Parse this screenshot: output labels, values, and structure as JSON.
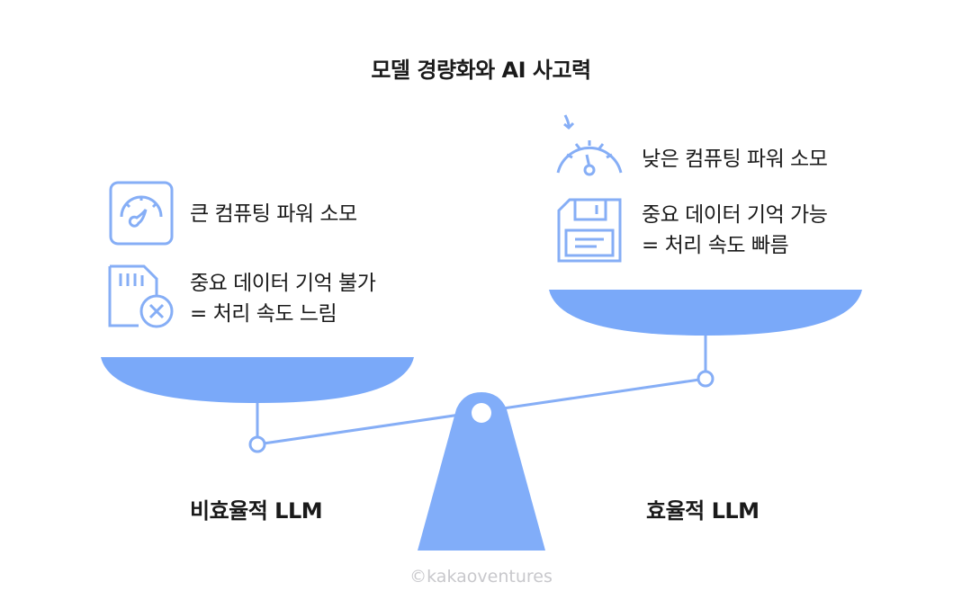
{
  "title": "모델 경량화와 AI 사고력",
  "colors": {
    "accent": "#7aa9f9",
    "pivot": "#81adf9",
    "icon_stroke": "#86aef6",
    "text": "#1a1a1a",
    "watermark": "#c8c8cc"
  },
  "left": {
    "items": [
      {
        "icon": "gauge-icon",
        "text": "큰 컴퓨팅 파워 소모"
      },
      {
        "icon": "sd-card-error-icon",
        "line1": "중요 데이터 기억 불가",
        "line2": "= 처리 속도 느림"
      }
    ],
    "label": "비효율적 LLM"
  },
  "right": {
    "items": [
      {
        "icon": "speedometer-low-icon",
        "text": "낮은 컴퓨팅 파워 소모"
      },
      {
        "icon": "floppy-disk-icon",
        "line1": "중요 데이터 기억 가능",
        "line2": "= 처리 속도 빠름"
      }
    ],
    "label": "효율적 LLM"
  },
  "watermark": "©kakaoventures"
}
